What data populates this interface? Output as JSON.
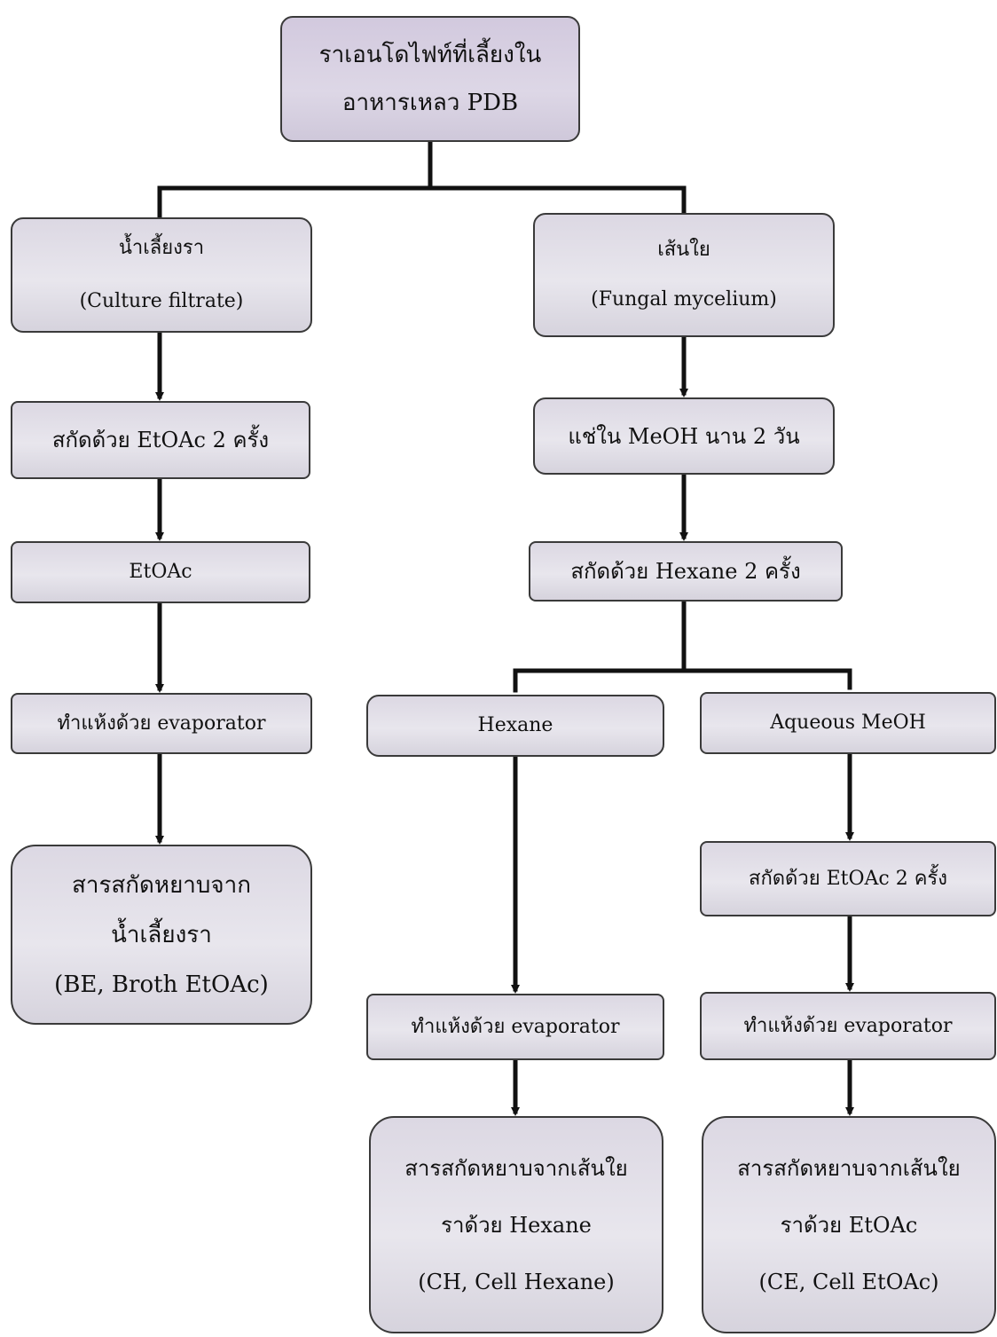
{
  "nodes": {
    "top": [
      "ราเอนโดไฟท์ที่เลี้ยงใน",
      "อาหารเหลว PDB"
    ],
    "culture_filtrate": [
      "น้ำเลี้ยงรา",
      "(Culture filtrate)"
    ],
    "mycelium": [
      "เส้นใย",
      "(Fungal  mycelium)"
    ],
    "extract_etoac": [
      "สกัดด้วย  EtOAc 2 ครั้ง"
    ],
    "soak_meoh": [
      "แช่ใน MeOH นาน 2 วัน"
    ],
    "etoac": [
      "EtOAc"
    ],
    "extract_hexane": [
      "สกัดด้วย Hexane 2 ครั้ง"
    ],
    "dry_left": [
      "ทำแห้งด้วย evaporator"
    ],
    "hexane": [
      "Hexane"
    ],
    "aqueous_meoh": [
      "Aqueous  MeOH"
    ],
    "be": [
      "สารสกัดหยาบจาก",
      "น้ำเลี้ยงรา",
      "(BE, Broth  EtOAc)"
    ],
    "extract_etoac_right": [
      "สกัดด้วย EtOAc  2 ครั้ง"
    ],
    "dry_mid": [
      "ทำแห้งด้วย evaporator"
    ],
    "dry_right": [
      "ทำแห้งด้วย evaporator"
    ],
    "ch": [
      "สารสกัดหยาบจากเส้นใย",
      "ราด้วย Hexane",
      "(CH, Cell  Hexane)"
    ],
    "ce": [
      "สารสกัดหยาบจากเส้นใย",
      "ราด้วย EtOAc",
      "(CE, Cell  EtOAc)"
    ]
  },
  "colors": {
    "line": "#111111",
    "node_fill": "#e4e1ea",
    "node_border": "#3a3a3a"
  }
}
